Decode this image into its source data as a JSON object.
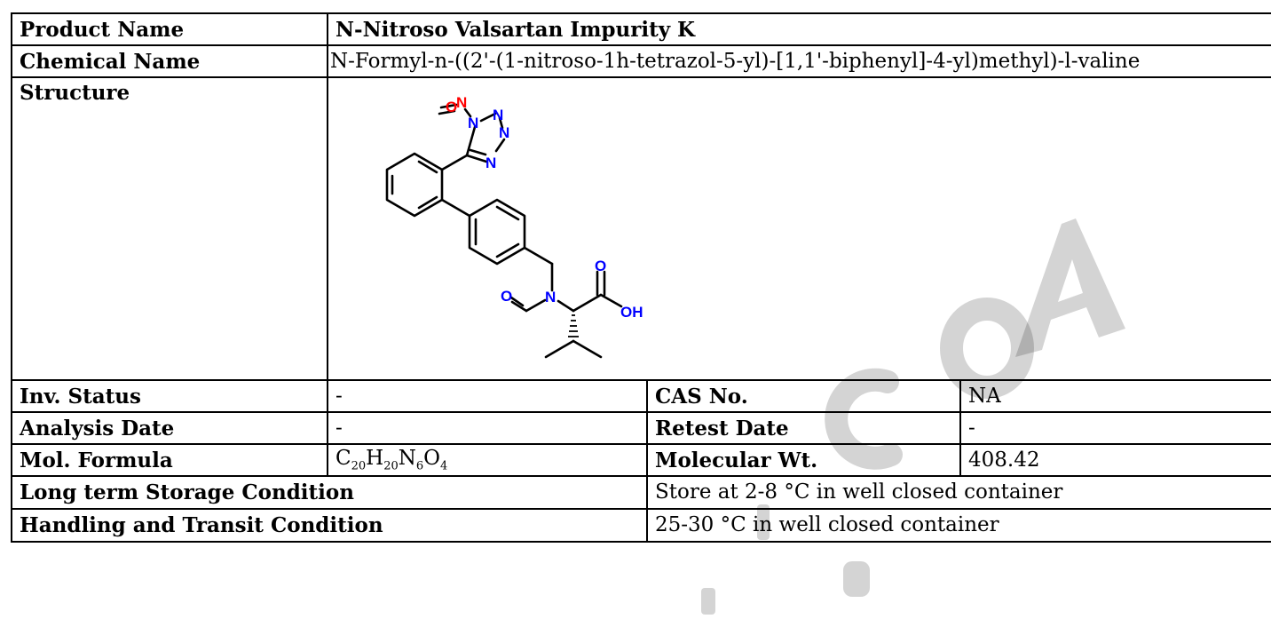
{
  "product": {
    "label": "Product Name",
    "value": "N-Nitroso Valsartan Impurity K"
  },
  "chemical": {
    "label": "Chemical Name",
    "value": "N-Formyl-n-((2'-(1-nitroso-1h-tetrazol-5-yl)-[1,1'-biphenyl]-4-yl)methyl)-l-valine"
  },
  "structure": {
    "label": "Structure",
    "atoms": {
      "o_nitroso": "O",
      "n_nitroso": "N",
      "n1": "N",
      "n2": "N",
      "n3": "N",
      "n4": "N",
      "n_amide": "N",
      "o_formyl": "O",
      "o_carbonyl": "O",
      "oh": "OH"
    }
  },
  "inv_status": {
    "label": "Inv. Status",
    "value": "-"
  },
  "cas": {
    "label": "CAS No.",
    "value": "NA"
  },
  "analysis_date": {
    "label": "Analysis Date",
    "value": "-"
  },
  "retest_date": {
    "label": "Retest Date",
    "value": "-"
  },
  "formula": {
    "label": "Mol. Formula",
    "c": "C",
    "c_n": "20",
    "h": "H",
    "h_n": "20",
    "n": "N",
    "n_n": "6",
    "o": "O",
    "o_n": "4"
  },
  "mol_wt": {
    "label": "Molecular Wt.",
    "value": "408.42"
  },
  "storage": {
    "label": "Long term Storage Condition",
    "value": "Store at 2-8 °C in well closed container"
  },
  "handling": {
    "label": "Handling and Transit Condition",
    "value": "25-30 °C in well closed container"
  },
  "colors": {
    "nitrogen": "#0000ff",
    "nitroso": "#ff0000",
    "oxygen": "#ff0000",
    "watermark": "#cccccc"
  }
}
